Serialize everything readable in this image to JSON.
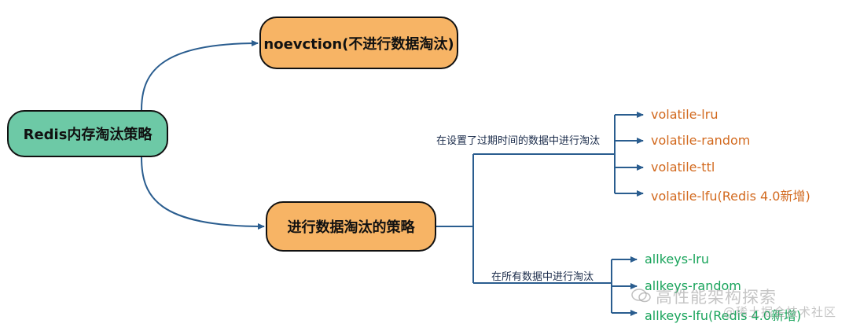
{
  "root": {
    "label": "Redis内存淘汰策略"
  },
  "no_eviction": {
    "label": "noevction(不进行数据淘汰)"
  },
  "eviction": {
    "label": "进行数据淘汰的策略"
  },
  "branches": [
    {
      "label": "在设置了过期时间的数据中进行淘汰",
      "items": [
        "volatile-lru",
        "volatile-random",
        "volatile-ttl",
        "volatile-lfu(Redis 4.0新增)"
      ]
    },
    {
      "label": "在所有数据中进行淘汰",
      "items": [
        "allkeys-lru",
        "allkeys-random",
        "allkeys-lfu(Redis 4.0新增)"
      ]
    }
  ],
  "watermark": {
    "text": "高性能架构探索",
    "subtext": "@稀土掘金技术社区"
  },
  "colors": {
    "root_fill": "#6dc9a6",
    "node_fill": "#f7b465",
    "line": "#2a5d8f",
    "volatile_text": "#d2691e",
    "allkeys_text": "#19a45b"
  }
}
